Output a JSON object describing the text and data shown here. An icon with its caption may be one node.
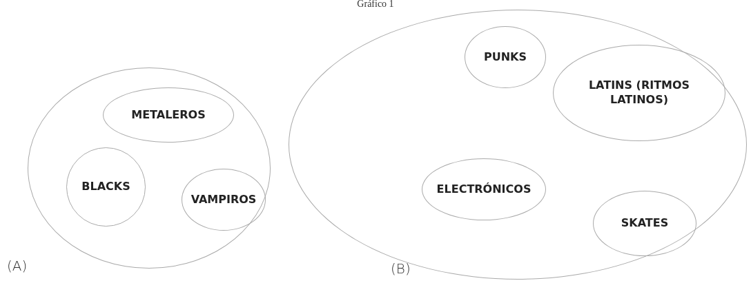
{
  "diagram": {
    "title": "Gráfico 1",
    "nodes": [
      {
        "text": [],
        "shape": "ellipse"
      },
      {
        "text": [
          "METALEROS"
        ],
        "in": 0
      },
      {
        "text": [
          "BLACKS"
        ],
        "in": 0
      },
      {
        "text": [
          "VAMPIROS"
        ],
        "in": 0
      },
      {
        "text": [],
        "shape": "ellipse"
      },
      {
        "text": [
          "PUNKS"
        ],
        "in": 4
      },
      {
        "text": [
          "LATINS (RITMOS LATINOS)"
        ],
        "in": 4
      },
      {
        "text": [
          "ELECTRÓNICOS"
        ],
        "in": 4
      },
      {
        "text": [
          "SKATES"
        ],
        "in": 4
      }
    ],
    "edges": [],
    "labels": [
      "(A)",
      "(B)"
    ]
  }
}
